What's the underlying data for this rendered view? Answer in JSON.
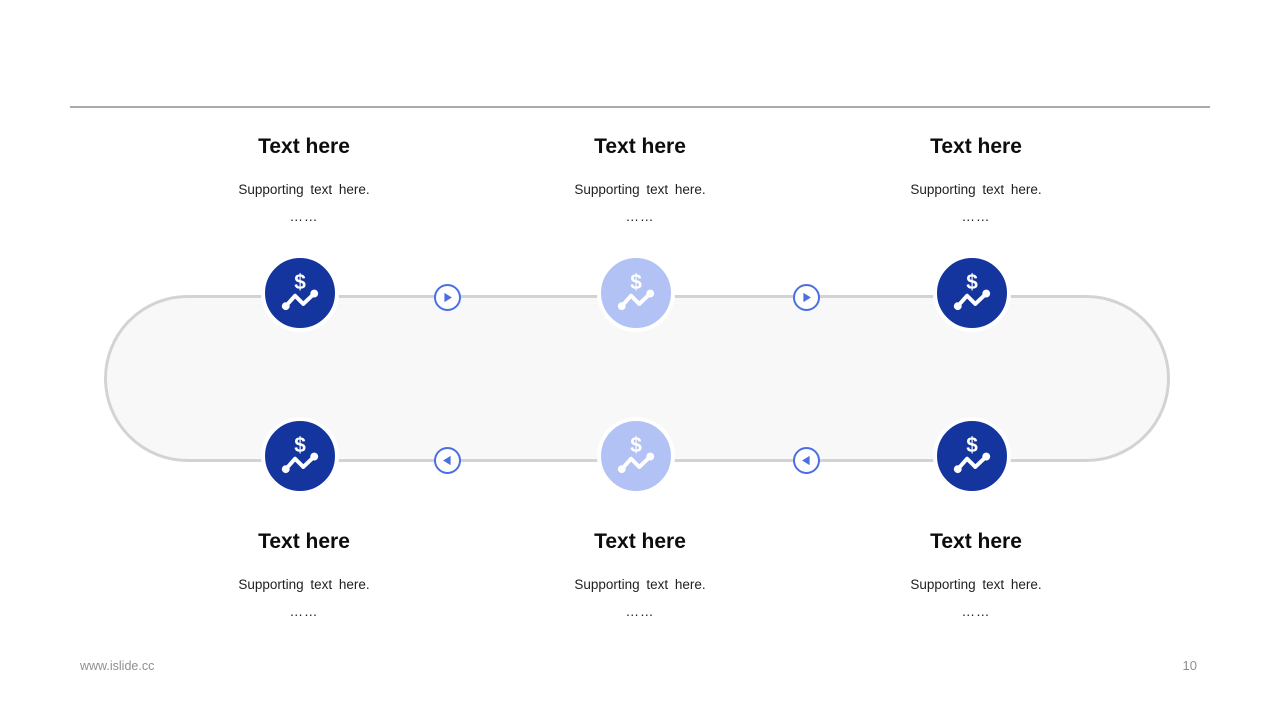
{
  "colors": {
    "accent_dark": "#14349E",
    "accent_light": "#B2C2F5",
    "arrow_blue": "#4A6FE2",
    "track_border": "#D3D3D3",
    "track_fill": "#F8F8F8",
    "divider": "#A9A9A9",
    "footer_text": "#8F8F8F"
  },
  "cards": {
    "top": [
      {
        "title": "Text here",
        "supporting": "Supporting text here.",
        "ellipsis": "……"
      },
      {
        "title": "Text here",
        "supporting": "Supporting text here.",
        "ellipsis": "……"
      },
      {
        "title": "Text here",
        "supporting": "Supporting text here.",
        "ellipsis": "……"
      }
    ],
    "bottom": [
      {
        "title": "Text here",
        "supporting": "Supporting text here.",
        "ellipsis": "……"
      },
      {
        "title": "Text here",
        "supporting": "Supporting text here.",
        "ellipsis": "……"
      },
      {
        "title": "Text here",
        "supporting": "Supporting text here.",
        "ellipsis": "……"
      }
    ]
  },
  "nodes": {
    "top": [
      {
        "icon": "dollar-chart-icon",
        "variant": "dark"
      },
      {
        "icon": "dollar-chart-icon",
        "variant": "light"
      },
      {
        "icon": "dollar-chart-icon",
        "variant": "dark"
      }
    ],
    "bottom": [
      {
        "icon": "dollar-chart-icon",
        "variant": "dark"
      },
      {
        "icon": "dollar-chart-icon",
        "variant": "light"
      },
      {
        "icon": "dollar-chart-icon",
        "variant": "dark"
      }
    ]
  },
  "arrows": {
    "top_direction": "right",
    "bottom_direction": "left"
  },
  "footer": {
    "website": "www.islide.cc",
    "page_number": "10"
  }
}
